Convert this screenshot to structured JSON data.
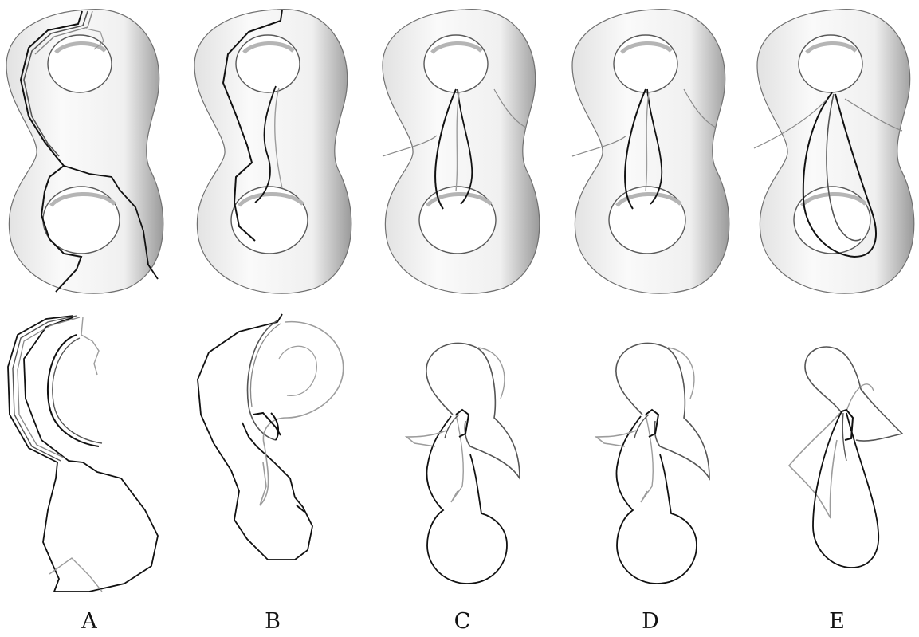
{
  "panels": [
    {
      "label": "A"
    },
    {
      "label": "B"
    },
    {
      "label": "C"
    },
    {
      "label": "D"
    },
    {
      "label": "E"
    }
  ],
  "colors": {
    "surface_light": "#f6f6f6",
    "surface_shade": "#9a9a9a",
    "curve_dark": "#111111",
    "curve_mid": "#555555",
    "curve_light": "#9c9c9c"
  }
}
